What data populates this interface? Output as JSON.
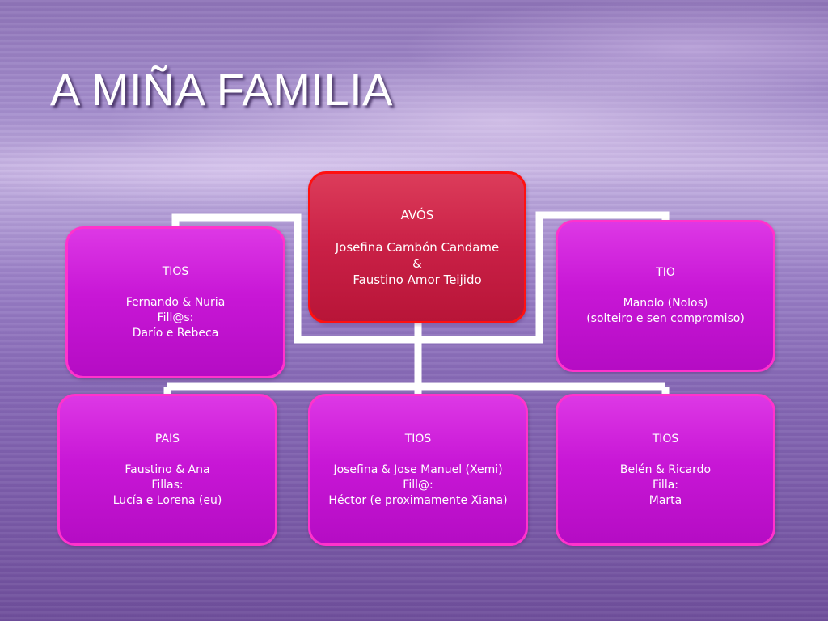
{
  "slide": {
    "title": "A MIÑA FAMILIA"
  },
  "tree": {
    "root": {
      "heading": "AVÓS",
      "lines": [
        "Josefina Cambón Candame",
        "&",
        "Faustino Amor Teijido"
      ]
    },
    "upper_left": {
      "heading": "TIOS",
      "lines": [
        "Fernando & Nuria",
        "Fill@s:",
        "Darío e Rebeca"
      ]
    },
    "upper_right": {
      "heading": "TIO",
      "lines": [
        "Manolo (Nolos)",
        "(solteiro e sen compromiso)"
      ]
    },
    "bottom_left": {
      "heading": "PAIS",
      "lines": [
        "Faustino & Ana",
        "Fillas:",
        "Lucía e Lorena (eu)"
      ]
    },
    "bottom_center": {
      "heading": "TIOS",
      "lines": [
        "Josefina & Jose Manuel (Xemi)",
        "Fill@:",
        "Héctor (e proximamente Xiana)"
      ]
    },
    "bottom_right": {
      "heading": "TIOS",
      "lines": [
        "Belén & Ricardo",
        "Filla:",
        "Marta"
      ]
    }
  },
  "colors": {
    "root_fill": "#c92046",
    "root_border": "#ff1010",
    "child_fill": "#c817d6",
    "child_border": "#ff33cc",
    "connector": "#ffffff"
  }
}
